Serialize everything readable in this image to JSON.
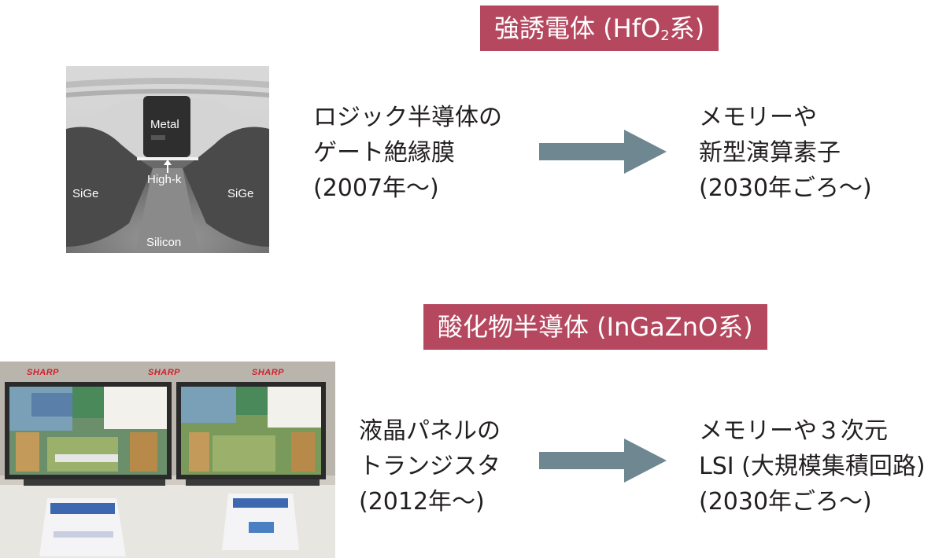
{
  "top": {
    "badge": {
      "main": "強誘電体 (HfO",
      "sub": "2",
      "suffix": "系)"
    },
    "left_text": [
      "ロジック半導体の",
      "ゲート絶縁膜",
      "(2007年〜)"
    ],
    "right_text": [
      "メモリーや",
      "新型演算素子",
      "(2030年ごろ〜)"
    ],
    "photo_labels": {
      "metal": "Metal",
      "highk": "High-k",
      "sige_left": "SiGe",
      "sige_right": "SiGe",
      "silicon": "Silicon"
    }
  },
  "bottom": {
    "badge": {
      "main": "酸化物半導体 (InGaZnO系)"
    },
    "left_text": [
      "液晶パネルの",
      "トランジスタ",
      "(2012年〜)"
    ],
    "right_text": [
      "メモリーや３次元",
      "LSI (大規模集積回路)",
      "(2030年ごろ〜)"
    ],
    "photo_labels": {
      "brand": "SHARP"
    }
  },
  "colors": {
    "badge_bg": "#b5485f",
    "arrow": "#6e8790",
    "text": "#231f20"
  },
  "icons": {
    "arrow": "right-arrow-icon"
  }
}
